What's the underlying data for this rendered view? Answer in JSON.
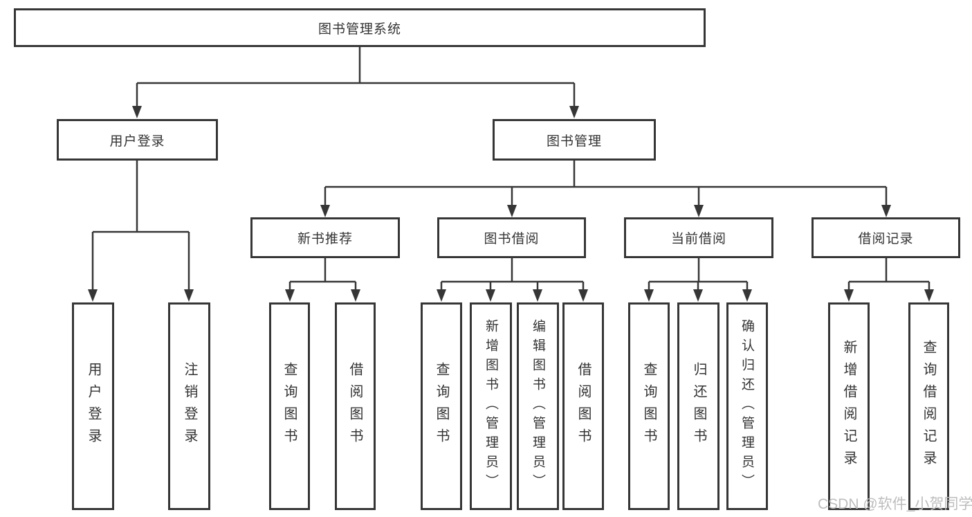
{
  "colors": {
    "line": "#363636",
    "text": "#333333",
    "box_bg": "#ffffff",
    "watermark": "#bdbdbd"
  },
  "watermark": {
    "text": "CSDN @软件_小贺同学"
  },
  "tree": {
    "root": {
      "label": "图书管理系统"
    },
    "branches": [
      {
        "label": "用户登录",
        "leaves": [
          {
            "label": "用户登录"
          },
          {
            "label": "注销登录"
          }
        ]
      },
      {
        "label": "图书管理",
        "children": [
          {
            "label": "新书推荐",
            "leaves": [
              {
                "label": "查询图书"
              },
              {
                "label": "借阅图书"
              }
            ]
          },
          {
            "label": "图书借阅",
            "leaves": [
              {
                "label": "查询图书"
              },
              {
                "label": "新增图书（管理员）"
              },
              {
                "label": "编辑图书（管理员）"
              },
              {
                "label": "借阅图书"
              }
            ]
          },
          {
            "label": "当前借阅",
            "leaves": [
              {
                "label": "查询图书"
              },
              {
                "label": "归还图书"
              },
              {
                "label": "确认归还（管理员）"
              }
            ]
          },
          {
            "label": "借阅记录",
            "leaves": [
              {
                "label": "新增借阅记录"
              },
              {
                "label": "查询借阅记录"
              }
            ]
          }
        ]
      }
    ]
  }
}
